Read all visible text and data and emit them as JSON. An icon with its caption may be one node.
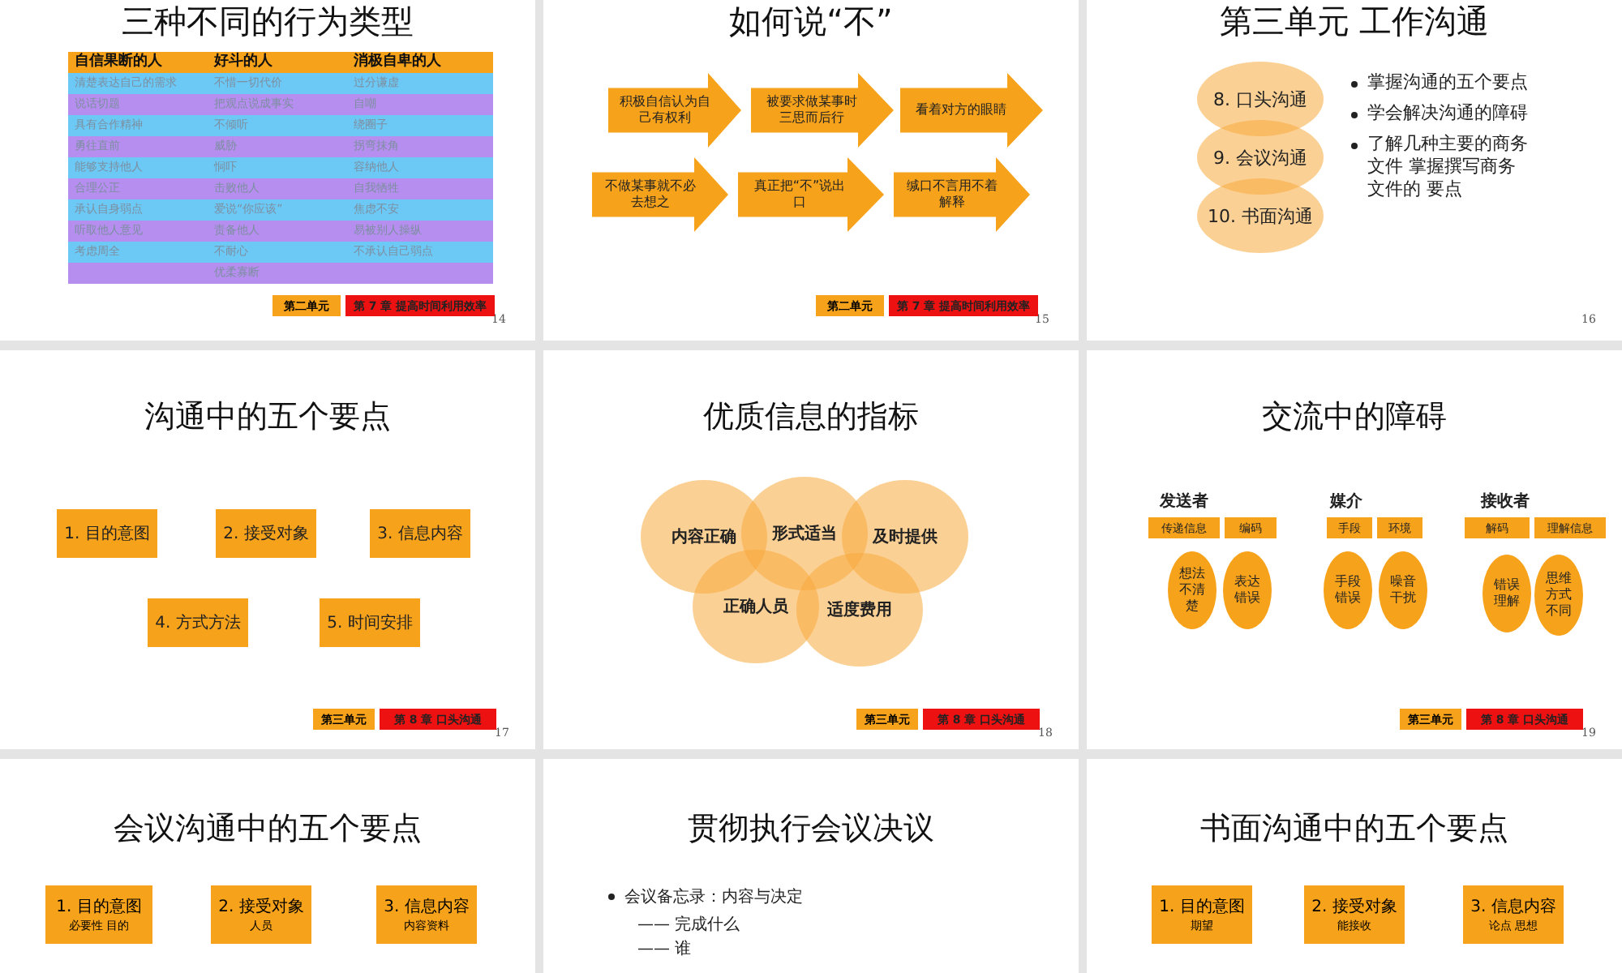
{
  "diagram": {
    "nodes": [
      {
        "text": [
          "三种不同的行为类型",
          "14"
        ]
      },
      {
        "text": [
          "第二单元"
        ],
        "in": 0
      },
      {
        "text": [
          "第 7 章 提高时间利用效率"
        ],
        "in": 0
      },
      {
        "text": [
          "如何说“不”",
          "15"
        ]
      },
      {
        "text": [
          "积极自信认为自己有权利"
        ],
        "in": 3
      },
      {
        "text": [
          "被要求做某事时三思而后行"
        ],
        "in": 3
      },
      {
        "text": [
          "看着对方的眼睛"
        ],
        "in": 3
      },
      {
        "text": [
          "不做某事就不必去想之"
        ],
        "in": 3
      },
      {
        "text": [
          "真正把“不”说出口"
        ],
        "in": 3
      },
      {
        "text": [
          "缄口不言用不着解释"
        ],
        "in": 3
      },
      {
        "text": [
          "第二单元"
        ],
        "in": 3
      },
      {
        "text": [
          "第 7 章 提高时间利用效率"
        ],
        "in": 3
      },
      {
        "text": [
          "第三单元 工作沟通",
          "16"
        ]
      },
      {
        "text": [
          "8. 口头沟通"
        ],
        "in": 12
      },
      {
        "text": [
          "9. 会议沟通"
        ],
        "in": 12
      },
      {
        "text": [
          "10. 书面沟通"
        ],
        "in": 12
      },
      {
        "text": [
          "沟通中的五个要点",
          "17"
        ]
      },
      {
        "text": [
          "1. 目的意图"
        ],
        "in": 16
      },
      {
        "text": [
          "2. 接受对象"
        ],
        "in": 16
      },
      {
        "text": [
          "3. 信息内容"
        ],
        "in": 16
      },
      {
        "text": [
          "4. 方式方法"
        ],
        "in": 16
      },
      {
        "text": [
          "5. 时间安排"
        ],
        "in": 16
      },
      {
        "text": [
          "第三单元"
        ],
        "in": 16
      },
      {
        "text": [
          "第 8 章 口头沟通"
        ],
        "in": 16
      },
      {
        "text": [
          "优质信息的指标",
          "18"
        ]
      },
      {
        "text": [
          "内容正确"
        ],
        "in": 24
      },
      {
        "text": [
          "形式适当"
        ],
        "in": 24
      },
      {
        "text": [
          "及时提供"
        ],
        "in": 24
      },
      {
        "text": [
          "正确人员"
        ],
        "in": 24
      },
      {
        "text": [
          "适度费用"
        ],
        "in": 24
      },
      {
        "text": [
          "第三单元"
        ],
        "in": 24
      },
      {
        "text": [
          "第 8 章 口头沟通"
        ],
        "in": 24
      },
      {
        "text": [
          "交流中的障碍",
          "19"
        ]
      },
      {
        "text": [
          "传递信息"
        ],
        "in": 32
      },
      {
        "text": [
          "编码"
        ],
        "in": 32
      },
      {
        "text": [
          "手段"
        ],
        "in": 32
      },
      {
        "text": [
          "环境"
        ],
        "in": 32
      },
      {
        "text": [
          "解码"
        ],
        "in": 32
      },
      {
        "text": [
          "理解信息"
        ],
        "in": 32
      },
      {
        "text": [
          "想法不清楚"
        ],
        "in": 32
      },
      {
        "text": [
          "表达错误"
        ],
        "in": 32
      },
      {
        "text": [
          "手段错误"
        ],
        "in": 32
      },
      {
        "text": [
          "噪音干扰"
        ],
        "in": 32
      },
      {
        "text": [
          "错误理解"
        ],
        "in": 32
      },
      {
        "text": [
          "思维方式不同"
        ],
        "in": 32
      },
      {
        "text": [
          "第三单元"
        ],
        "in": 32
      },
      {
        "text": [
          "第 8 章 口头沟通"
        ],
        "in": 32
      },
      {
        "text": [
          "会议沟通中的五个要点"
        ]
      },
      {
        "text": [
          "1. 目的意图",
          "必要性 目的"
        ],
        "in": 47
      },
      {
        "text": [
          "2. 接受对象",
          "人员"
        ],
        "in": 47
      },
      {
        "text": [
          "3. 信息内容",
          "内容资料"
        ],
        "in": 47
      },
      {
        "text": [
          "贯彻执行会议决议"
        ]
      },
      {
        "text": [
          "书面沟通中的五个要点"
        ]
      },
      {
        "text": [
          "1. 目的意图",
          "期望"
        ],
        "in": 52
      },
      {
        "text": [
          "2. 接受对象",
          "能接收"
        ],
        "in": 52
      },
      {
        "text": [
          "3. 信息内容",
          "论点 思想"
        ],
        "in": 52
      }
    ],
    "labels": [
      "自信果断的人",
      "好斗的人",
      "消极自卑的人",
      "清楚表达自己的需求",
      "不惜一切代价",
      "过分谦虚",
      "说话切题",
      "把观点说成事实",
      "自嘲",
      "具有合作精神",
      "不倾听",
      "绕圈子",
      "勇往直前",
      "威胁",
      "拐弯抹角",
      "能够支持他人",
      "恫吓",
      "容纳他人",
      "合理公正",
      "击败他人",
      "自我牺牲",
      "承认自身弱点",
      "爱说“你应该”",
      "焦虑不安",
      "听取他人意见",
      "责备他人",
      "易被别人操纵",
      "考虑周全",
      "不耐心",
      "不承认自己弱点",
      "优柔寡断",
      "掌握沟通的五个要点",
      "学会解决沟通的障碍",
      "了解几种主要的商务文件 掌握撰写商务文件的 要点",
      "发送者",
      "媒介",
      "接收者",
      "会议备忘录：内容与决定",
      "—— 完成什么",
      "—— 谁"
    ]
  }
}
